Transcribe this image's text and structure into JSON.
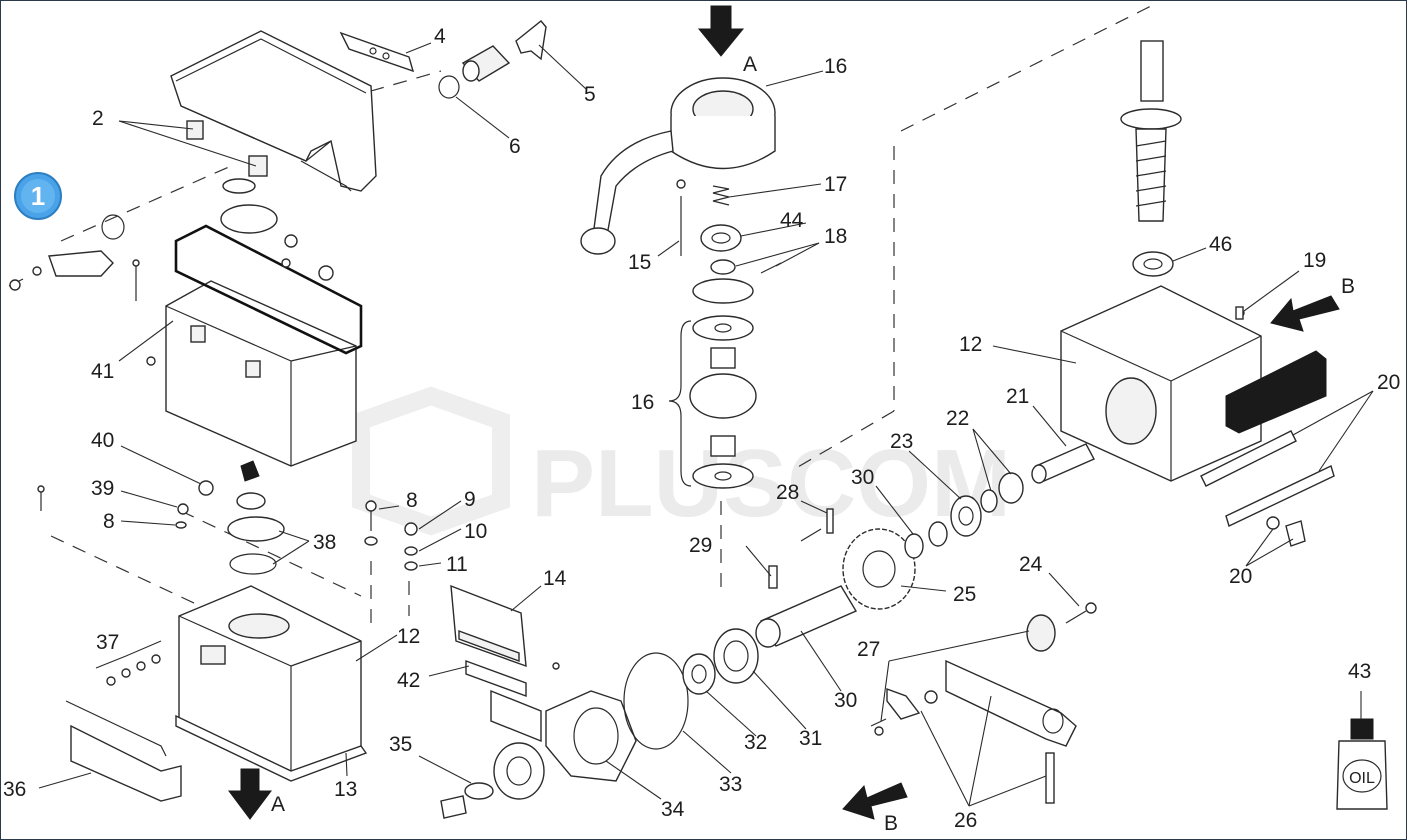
{
  "watermark": {
    "text": "PLUSCOM"
  },
  "badge": {
    "text": "1",
    "color": "#4aa3e8"
  },
  "directions": {
    "a_top": "A",
    "a_bottom": "A",
    "b_right": "B",
    "b_bottom": "B"
  },
  "labels": [
    {
      "id": "4",
      "text": "4"
    },
    {
      "id": "5",
      "text": "5"
    },
    {
      "id": "6",
      "text": "6"
    },
    {
      "id": "2",
      "text": "2"
    },
    {
      "id": "41",
      "text": "41"
    },
    {
      "id": "40",
      "text": "40"
    },
    {
      "id": "39",
      "text": "39"
    },
    {
      "id": "8a",
      "text": "8"
    },
    {
      "id": "38",
      "text": "38"
    },
    {
      "id": "8b",
      "text": "8"
    },
    {
      "id": "9",
      "text": "9"
    },
    {
      "id": "10",
      "text": "10"
    },
    {
      "id": "11",
      "text": "11"
    },
    {
      "id": "14",
      "text": "14"
    },
    {
      "id": "37",
      "text": "37"
    },
    {
      "id": "12a",
      "text": "12"
    },
    {
      "id": "42",
      "text": "42"
    },
    {
      "id": "36",
      "text": "36"
    },
    {
      "id": "13",
      "text": "13"
    },
    {
      "id": "35",
      "text": "35"
    },
    {
      "id": "34",
      "text": "34"
    },
    {
      "id": "33",
      "text": "33"
    },
    {
      "id": "32",
      "text": "32"
    },
    {
      "id": "31",
      "text": "31"
    },
    {
      "id": "30a",
      "text": "30"
    },
    {
      "id": "29",
      "text": "29"
    },
    {
      "id": "28",
      "text": "28"
    },
    {
      "id": "25",
      "text": "25"
    },
    {
      "id": "30b",
      "text": "30"
    },
    {
      "id": "23",
      "text": "23"
    },
    {
      "id": "22",
      "text": "22"
    },
    {
      "id": "21",
      "text": "21"
    },
    {
      "id": "16a",
      "text": "16"
    },
    {
      "id": "17",
      "text": "17"
    },
    {
      "id": "44",
      "text": "44"
    },
    {
      "id": "18",
      "text": "18"
    },
    {
      "id": "15",
      "text": "15"
    },
    {
      "id": "16b",
      "text": "16"
    },
    {
      "id": "46",
      "text": "46"
    },
    {
      "id": "19",
      "text": "19"
    },
    {
      "id": "12b",
      "text": "12"
    },
    {
      "id": "20a",
      "text": "20"
    },
    {
      "id": "20b",
      "text": "20"
    },
    {
      "id": "24",
      "text": "24"
    },
    {
      "id": "27",
      "text": "27"
    },
    {
      "id": "26",
      "text": "26"
    },
    {
      "id": "43",
      "text": "43"
    }
  ],
  "bottle": {
    "text": "OIL"
  }
}
